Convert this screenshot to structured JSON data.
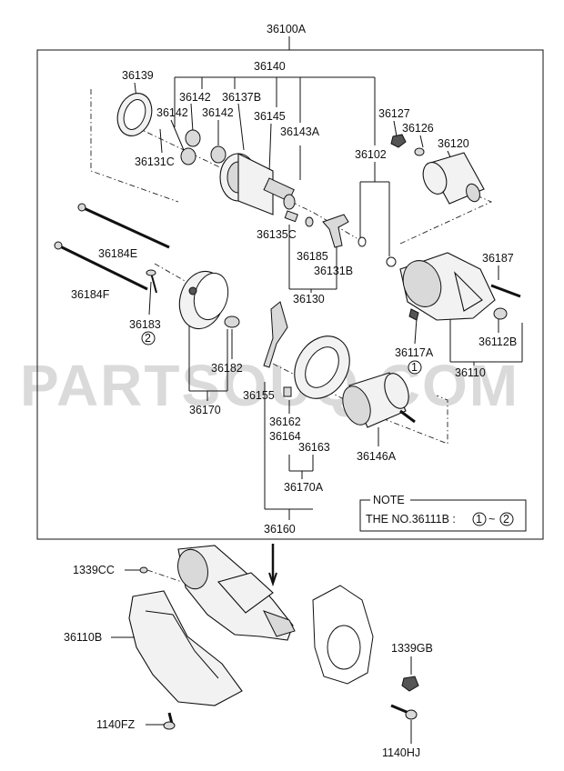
{
  "watermark": "PARTSOUQ.COM",
  "note": {
    "title": "NOTE",
    "text": "THE NO.36111B :",
    "range_start": "1",
    "range_sep": "~",
    "range_end": "2"
  },
  "labels": {
    "p36100A": "36100A",
    "p36139": "36139",
    "p36140": "36140",
    "p36142a": "36142",
    "p36137B": "36137B",
    "p36142b": "36142",
    "p36142c": "36142",
    "p36145": "36145",
    "p36143A": "36143A",
    "p36131C": "36131C",
    "p36127": "36127",
    "p36126": "36126",
    "p36120": "36120",
    "p36102": "36102",
    "p36135C": "36135C",
    "p36185": "36185",
    "p36131B": "36131B",
    "p36130": "36130",
    "p36184E": "36184E",
    "p36184F": "36184F",
    "p36183": "36183",
    "p36183_mark": "2",
    "p36182": "36182",
    "p36170": "36170",
    "p36155": "36155",
    "p36162": "36162",
    "p36164": "36164",
    "p36163": "36163",
    "p36170A": "36170A",
    "p36146A": "36146A",
    "p36160": "36160",
    "p36187": "36187",
    "p36117A": "36117A",
    "p36117A_mark": "1",
    "p36112B": "36112B",
    "p36110": "36110",
    "p1339CC": "1339CC",
    "p36110B": "36110B",
    "p1140FZ": "1140FZ",
    "p1339GB": "1339GB",
    "p1140HJ": "1140HJ"
  }
}
